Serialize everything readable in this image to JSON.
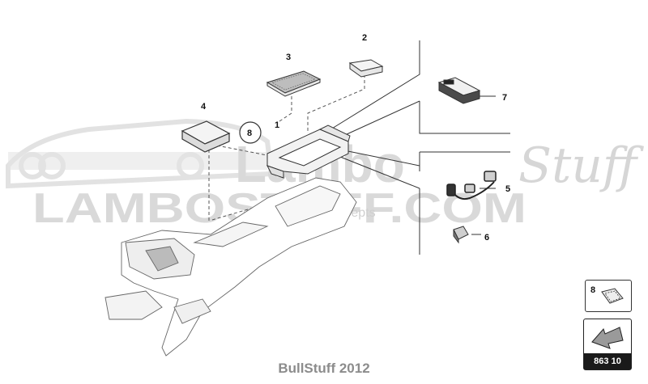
{
  "diagram": {
    "callouts": {
      "c1": "1",
      "c2": "2",
      "c3": "3",
      "c4": "4",
      "c5": "5",
      "c6": "6",
      "c7": "7",
      "c8": "8"
    },
    "inset_label": "8",
    "reference_code": "863 10"
  },
  "watermark": {
    "main": "LAMBOSTUFF.COM",
    "logo_script": "Stuff",
    "logo_bold": "Lambo",
    "tagline": "spare parts & concepts"
  },
  "footer": {
    "credit": "BullStuff 2012"
  },
  "colors": {
    "line": "#333333",
    "watermark": "#d9d9d9",
    "footer_text": "#8c8c8c",
    "badge": "#1a1a1a"
  }
}
